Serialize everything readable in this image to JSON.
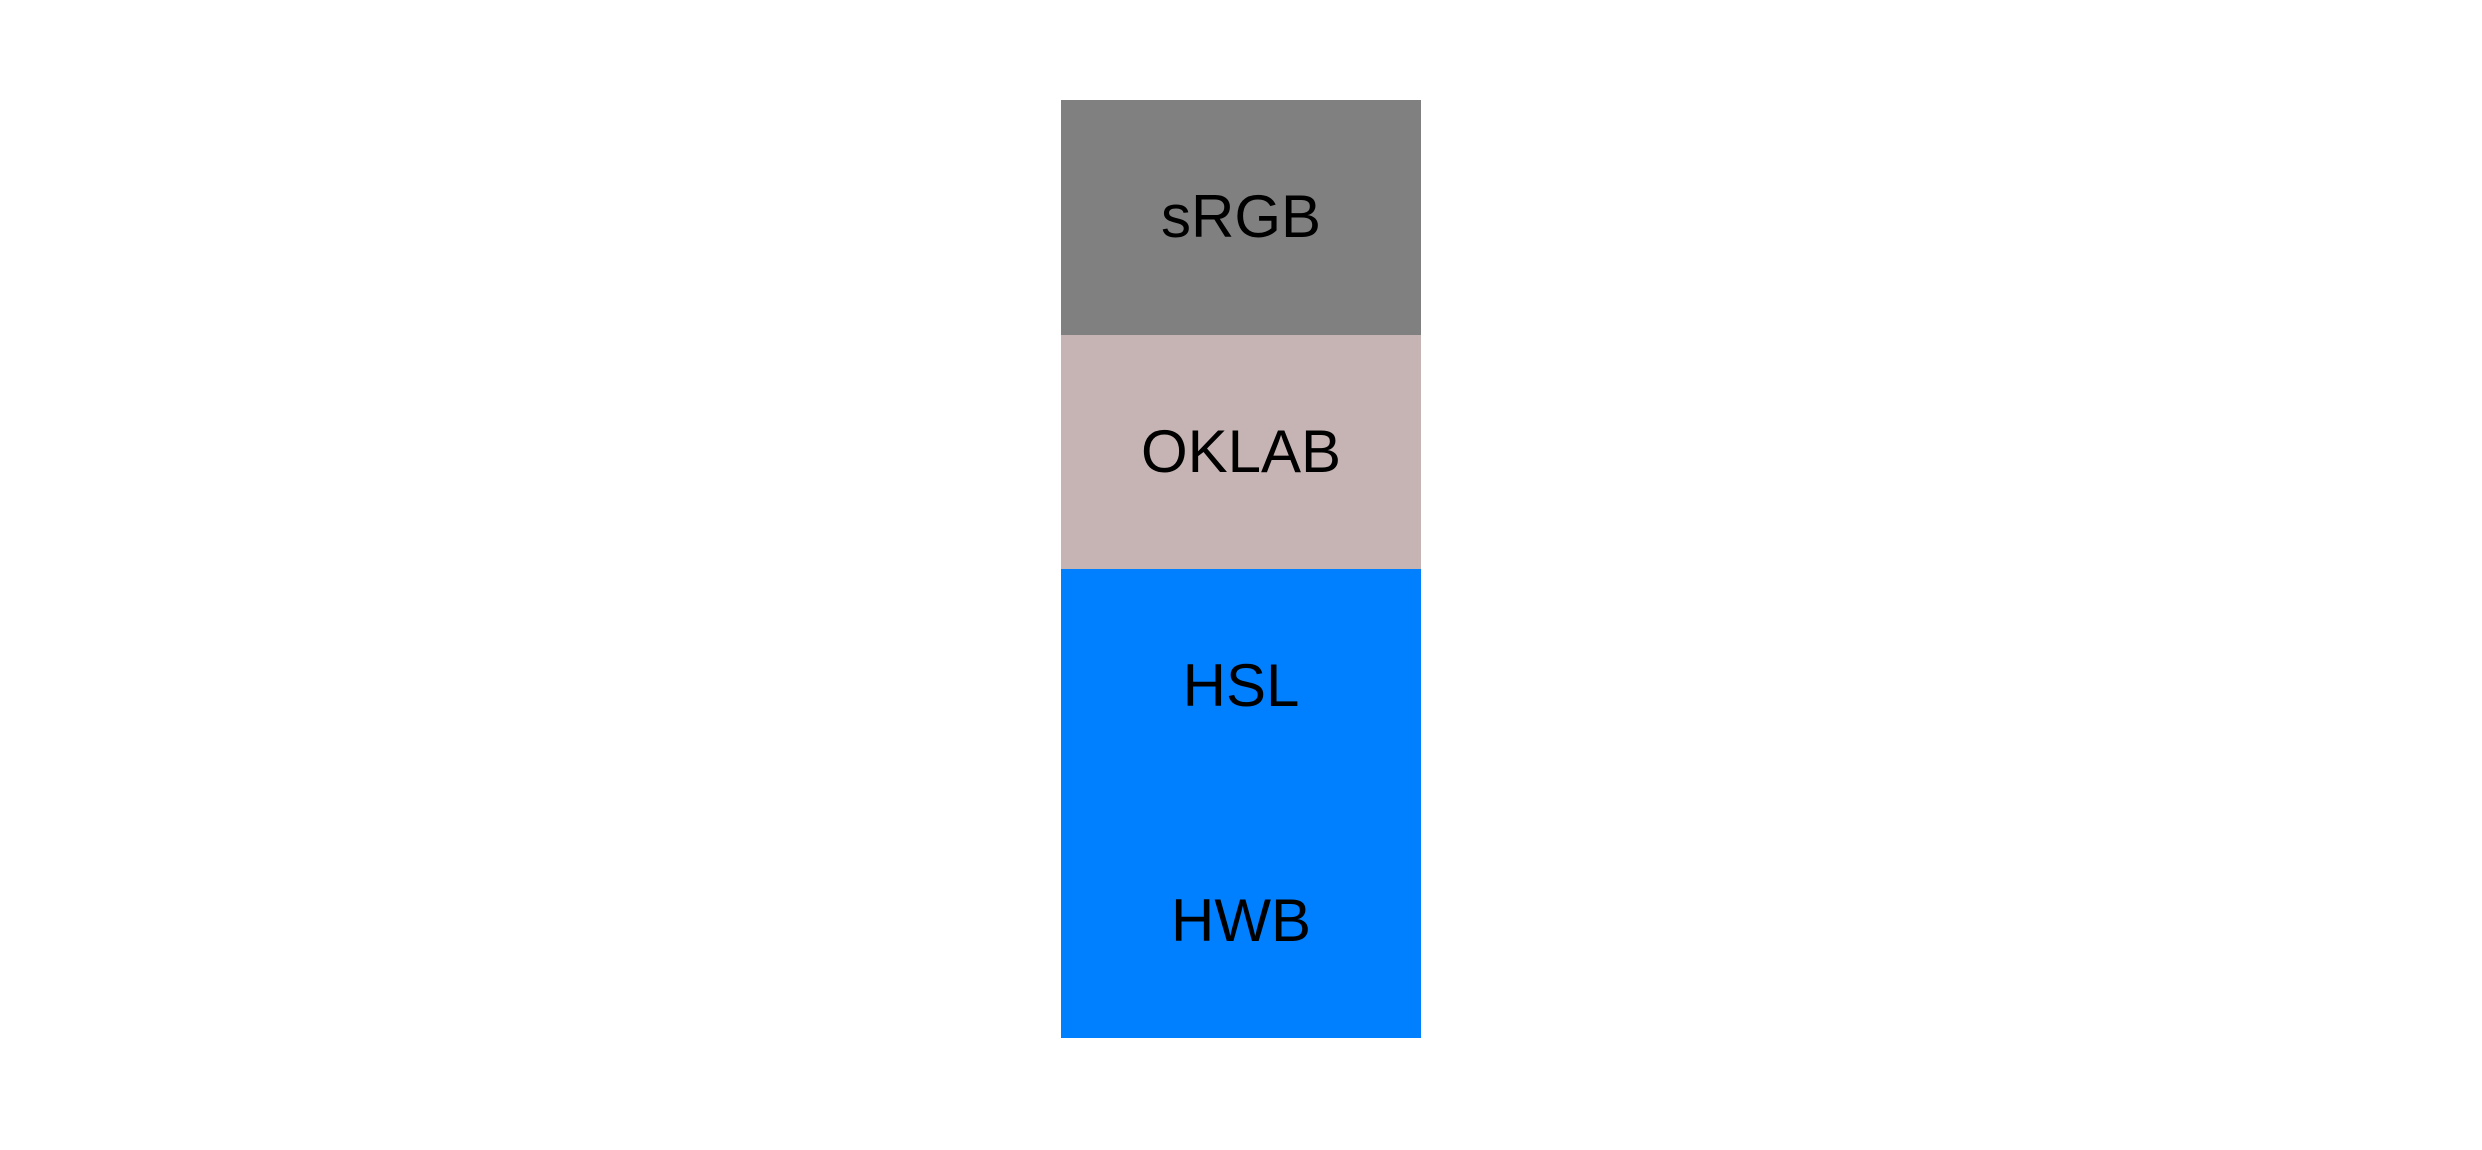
{
  "figure": {
    "background": "#ffffff",
    "text_color": "#000000",
    "swatches": [
      {
        "label": "sRGB",
        "color": "#808080"
      },
      {
        "label": "OKLAB",
        "color": "#c6b4b4"
      },
      {
        "label": "HSL",
        "color": "#0080ff"
      },
      {
        "label": "HWB",
        "color": "#0080ff"
      }
    ]
  }
}
